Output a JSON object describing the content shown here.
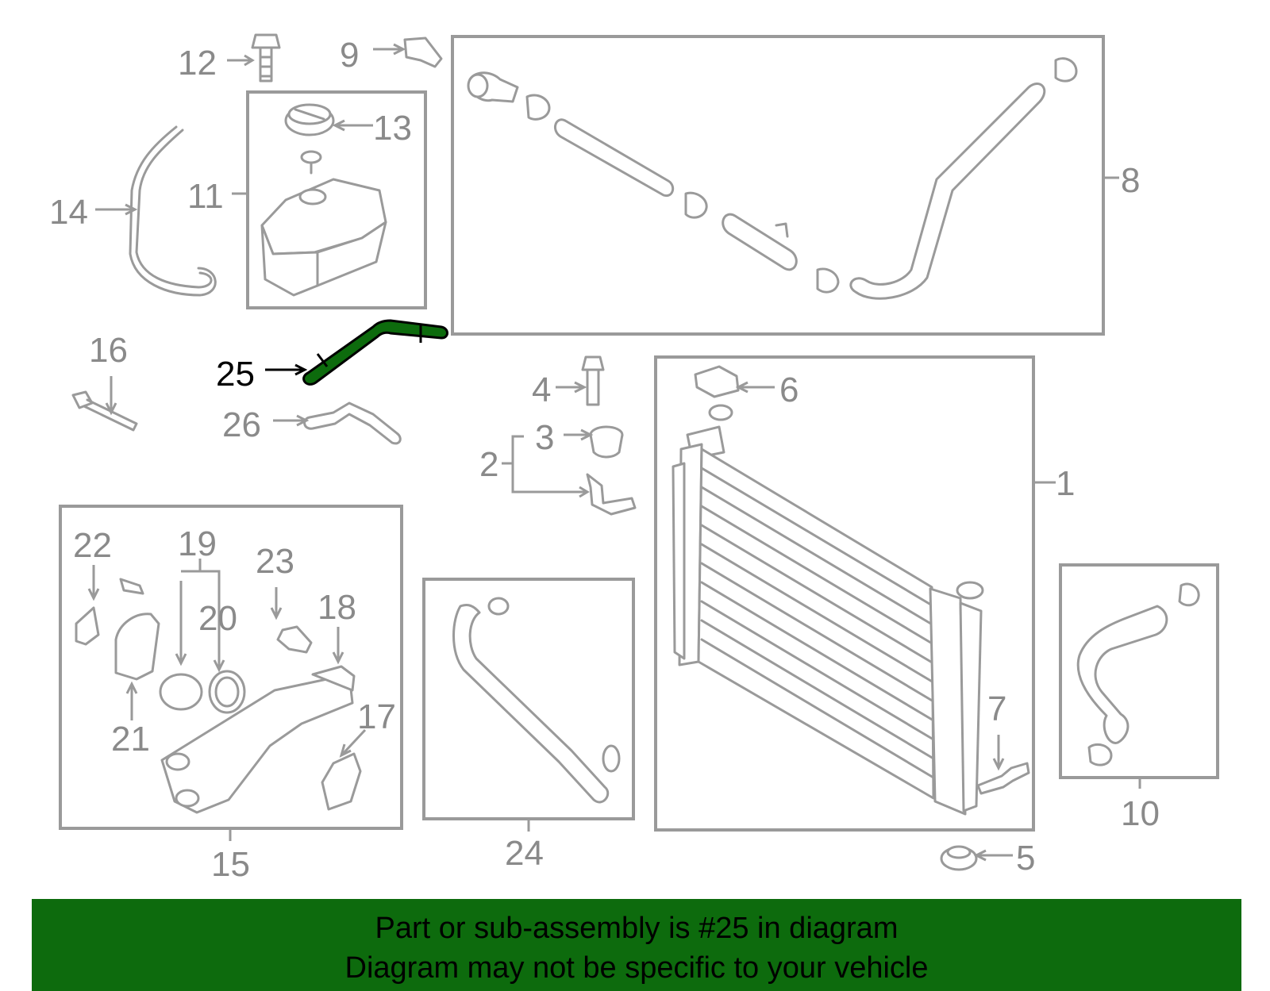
{
  "diagram": {
    "highlight_color": "#0d6b0d",
    "highlighted_part": "25",
    "callouts": {
      "c1": "1",
      "c2": "2",
      "c3": "3",
      "c4": "4",
      "c5": "5",
      "c6": "6",
      "c7": "7",
      "c8": "8",
      "c9": "9",
      "c10": "10",
      "c11": "11",
      "c12": "12",
      "c13": "13",
      "c14": "14",
      "c15": "15",
      "c16": "16",
      "c17": "17",
      "c18": "18",
      "c19": "19",
      "c20": "20",
      "c21": "21",
      "c22": "22",
      "c23": "23",
      "c24": "24",
      "c25": "25",
      "c26": "26"
    }
  },
  "banner": {
    "background": "#0d6b0d",
    "line1": "Part or sub-assembly is #25 in diagram",
    "line2": "Diagram may not be specific to your vehicle"
  }
}
